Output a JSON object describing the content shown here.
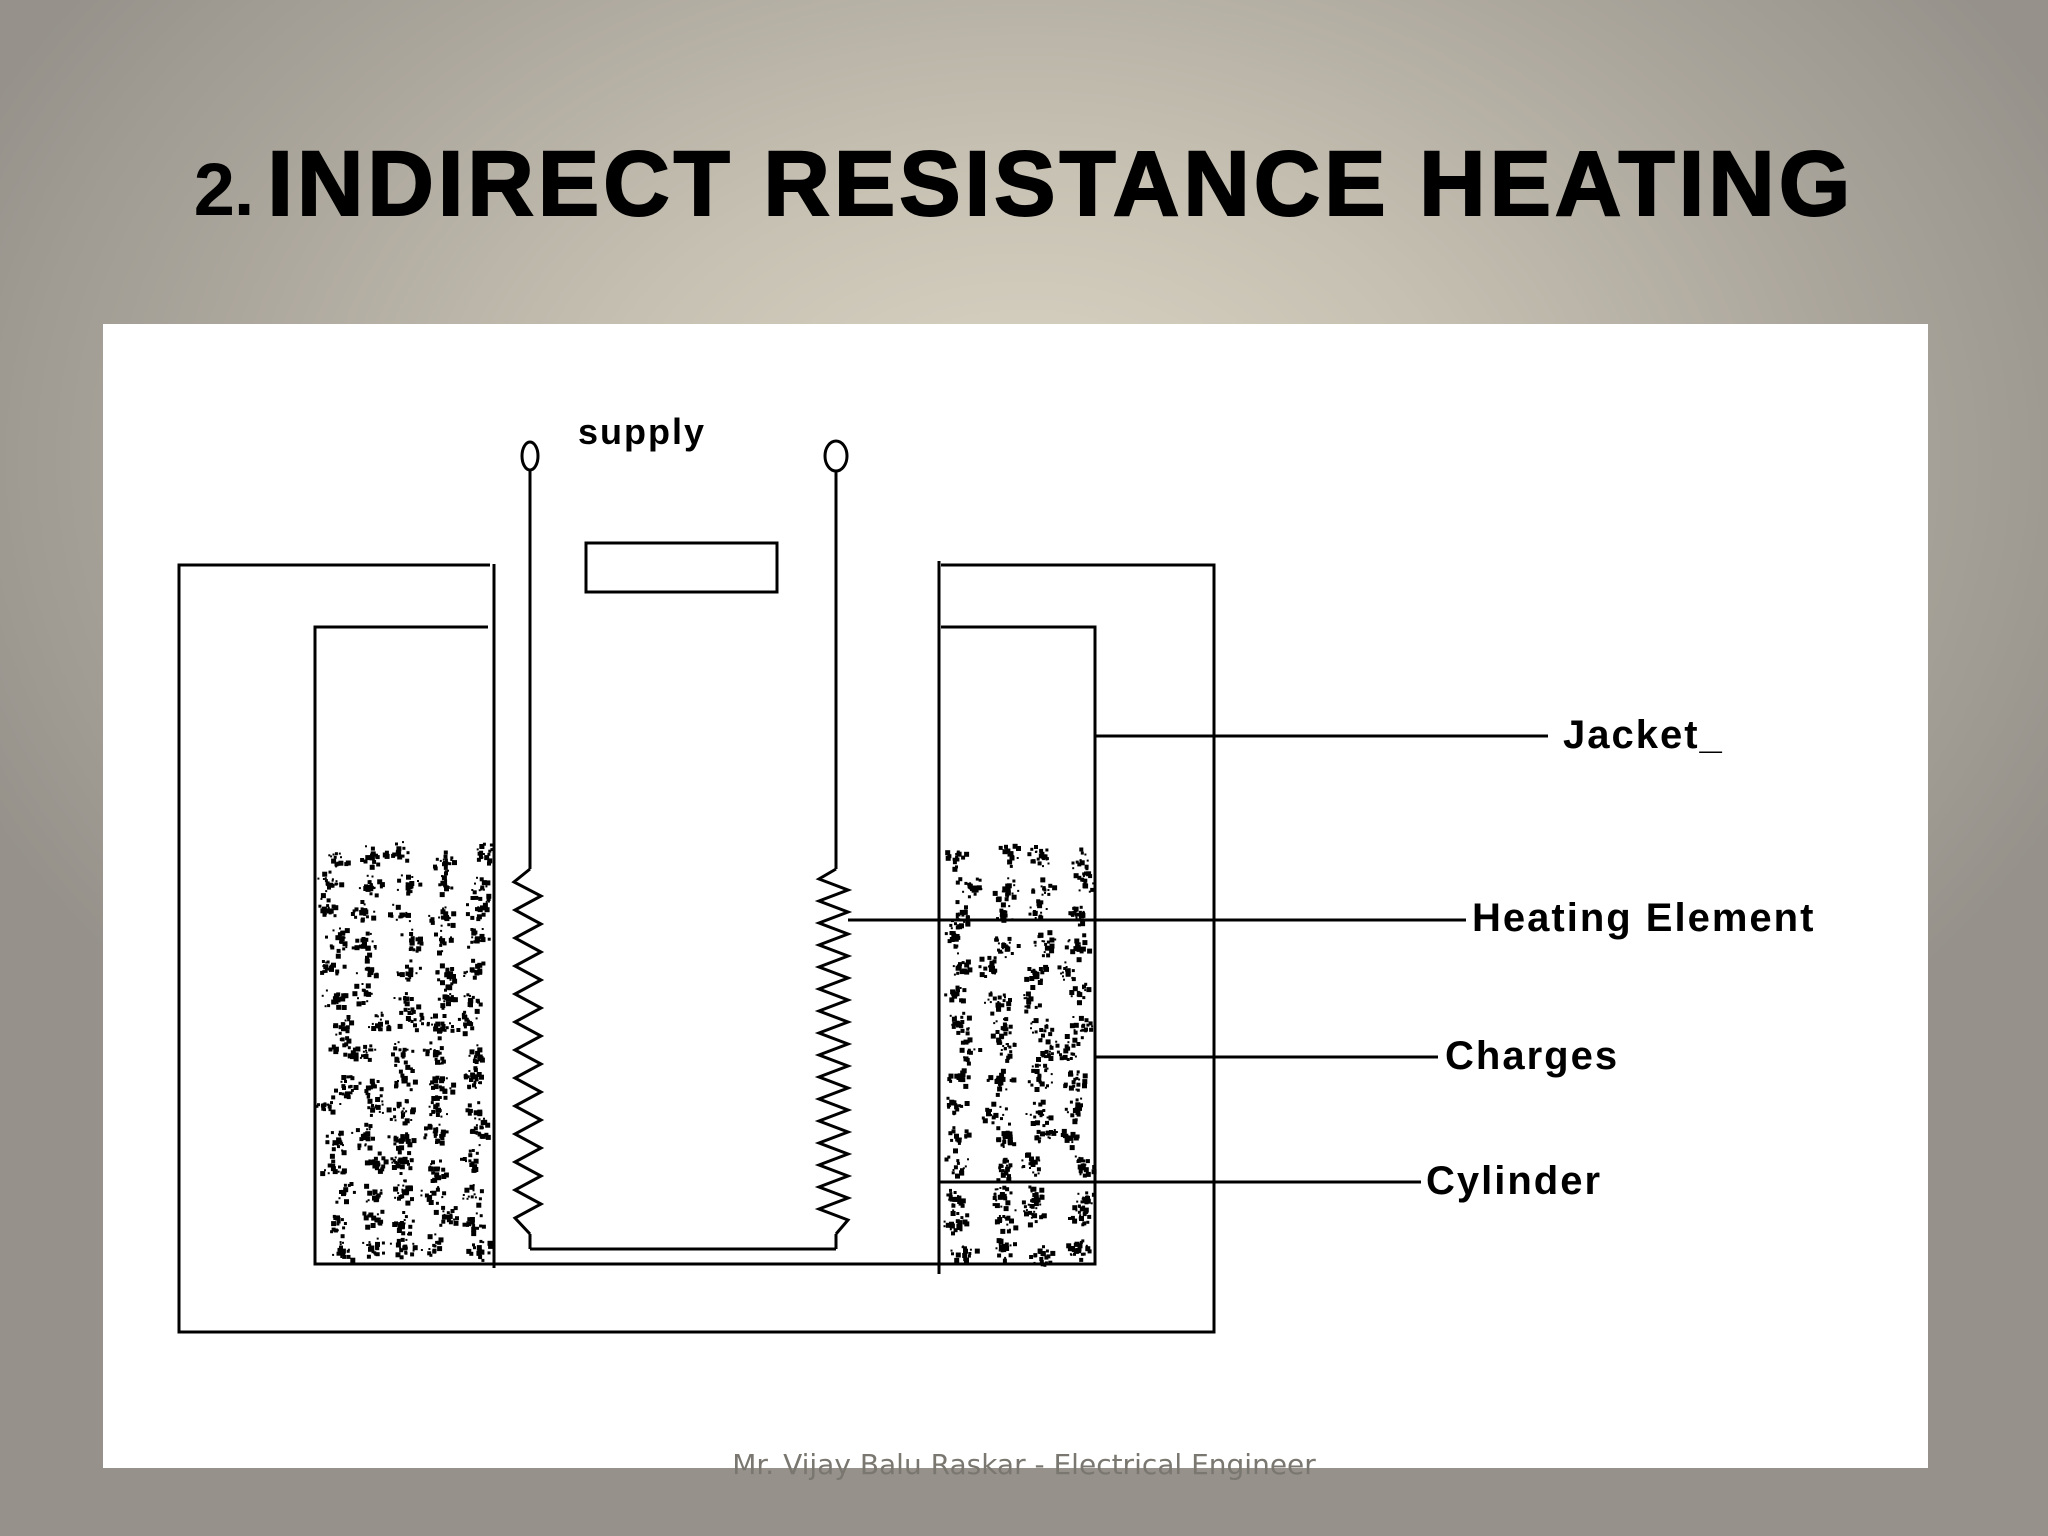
{
  "slide": {
    "title_number": "2.",
    "title_text": "INDIRECT RESISTANCE HEATING",
    "footer": "Mr. Vijay Balu Raskar - Electrical Engineer"
  },
  "diagram": {
    "supply_label": "supply",
    "labels": {
      "jacket": "Jacket_",
      "heating_element": "Heating Element",
      "charges": "Charges",
      "cylinder": "Cylinder"
    }
  }
}
